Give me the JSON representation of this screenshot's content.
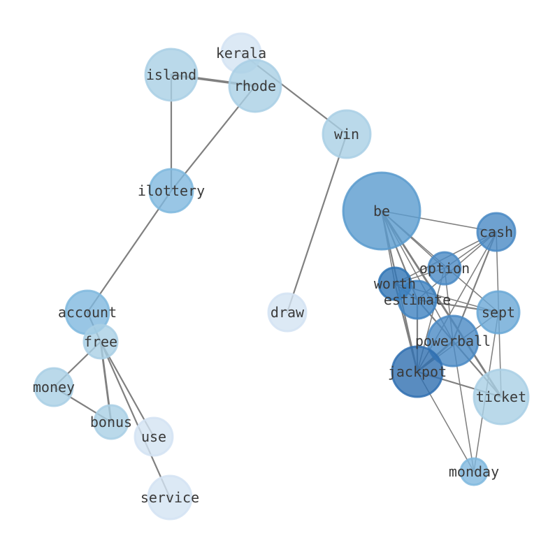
{
  "graph": {
    "nodes": [
      {
        "id": "kerala",
        "label": "kerala",
        "color": "#d3e3f3",
        "weight": 1
      },
      {
        "id": "island",
        "label": "island",
        "color": "#a9cfe5",
        "weight": 3
      },
      {
        "id": "rhode",
        "label": "rhode",
        "color": "#a9cfe5",
        "weight": 3
      },
      {
        "id": "win",
        "label": "win",
        "color": "#a9cfe5",
        "weight": 2
      },
      {
        "id": "ilottery",
        "label": "ilottery",
        "color": "#7fb8de",
        "weight": 2
      },
      {
        "id": "be",
        "label": "be",
        "color": "#5a9bce",
        "weight": 6
      },
      {
        "id": "cash",
        "label": "cash",
        "color": "#4a8ac4",
        "weight": 2
      },
      {
        "id": "option",
        "label": "option",
        "color": "#4a8ac4",
        "weight": 1
      },
      {
        "id": "worth",
        "label": "worth",
        "color": "#2f74b5",
        "weight": 1
      },
      {
        "id": "estimate",
        "label": "estimate",
        "color": "#3f82c0",
        "weight": 1
      },
      {
        "id": "sept",
        "label": "sept",
        "color": "#6aa8d6",
        "weight": 2
      },
      {
        "id": "draw",
        "label": "draw",
        "color": "#d3e3f3",
        "weight": 1
      },
      {
        "id": "account",
        "label": "account",
        "color": "#7fb8de",
        "weight": 2
      },
      {
        "id": "free",
        "label": "free",
        "color": "#a9cfe5",
        "weight": 1
      },
      {
        "id": "powerball",
        "label": "powerball",
        "color": "#4a8ac4",
        "weight": 3
      },
      {
        "id": "jackpot",
        "label": "jackpot",
        "color": "#2f6fb0",
        "weight": 3
      },
      {
        "id": "ticket",
        "label": "ticket",
        "color": "#a9cfe5",
        "weight": 3
      },
      {
        "id": "money",
        "label": "money",
        "color": "#a9cfe5",
        "weight": 1
      },
      {
        "id": "bonus",
        "label": "bonus",
        "color": "#a9cfe5",
        "weight": 1
      },
      {
        "id": "use",
        "label": "use",
        "color": "#d3e3f3",
        "weight": 1
      },
      {
        "id": "monday",
        "label": "monday",
        "color": "#7fb8de",
        "weight": 1
      },
      {
        "id": "service",
        "label": "service",
        "color": "#d3e3f3",
        "weight": 2
      }
    ],
    "edges": [
      {
        "source": "island",
        "target": "rhode",
        "weight": 4
      },
      {
        "source": "island",
        "target": "ilottery",
        "weight": 2
      },
      {
        "source": "rhode",
        "target": "ilottery",
        "weight": 2
      },
      {
        "source": "kerala",
        "target": "win",
        "weight": 2
      },
      {
        "source": "win",
        "target": "draw",
        "weight": 2
      },
      {
        "source": "ilottery",
        "target": "account",
        "weight": 2
      },
      {
        "source": "account",
        "target": "free",
        "weight": 2
      },
      {
        "source": "free",
        "target": "money",
        "weight": 2
      },
      {
        "source": "free",
        "target": "bonus",
        "weight": 3
      },
      {
        "source": "free",
        "target": "use",
        "weight": 2
      },
      {
        "source": "free",
        "target": "service",
        "weight": 2
      },
      {
        "source": "money",
        "target": "bonus",
        "weight": 2
      },
      {
        "source": "be",
        "target": "cash",
        "weight": 1
      },
      {
        "source": "be",
        "target": "option",
        "weight": 1
      },
      {
        "source": "be",
        "target": "sept",
        "weight": 1
      },
      {
        "source": "be",
        "target": "powerball",
        "weight": 1
      },
      {
        "source": "be",
        "target": "jackpot",
        "weight": 2
      },
      {
        "source": "be",
        "target": "ticket",
        "weight": 3
      },
      {
        "source": "be",
        "target": "estimate",
        "weight": 2
      },
      {
        "source": "be",
        "target": "worth",
        "weight": 1
      },
      {
        "source": "cash",
        "target": "option",
        "weight": 1
      },
      {
        "source": "cash",
        "target": "worth",
        "weight": 1
      },
      {
        "source": "cash",
        "target": "estimate",
        "weight": 1
      },
      {
        "source": "cash",
        "target": "powerball",
        "weight": 2
      },
      {
        "source": "cash",
        "target": "jackpot",
        "weight": 1
      },
      {
        "source": "cash",
        "target": "ticket",
        "weight": 1
      },
      {
        "source": "option",
        "target": "worth",
        "weight": 1
      },
      {
        "source": "option",
        "target": "jackpot",
        "weight": 1
      },
      {
        "source": "option",
        "target": "powerball",
        "weight": 1
      },
      {
        "source": "worth",
        "target": "estimate",
        "weight": 2
      },
      {
        "source": "worth",
        "target": "jackpot",
        "weight": 2
      },
      {
        "source": "worth",
        "target": "sept",
        "weight": 1
      },
      {
        "source": "estimate",
        "target": "sept",
        "weight": 2
      },
      {
        "source": "estimate",
        "target": "jackpot",
        "weight": 2
      },
      {
        "source": "estimate",
        "target": "powerball",
        "weight": 1
      },
      {
        "source": "estimate",
        "target": "ticket",
        "weight": 2
      },
      {
        "source": "powerball",
        "target": "jackpot",
        "weight": 3
      },
      {
        "source": "powerball",
        "target": "monday",
        "weight": 1
      },
      {
        "source": "jackpot",
        "target": "sept",
        "weight": 1
      },
      {
        "source": "jackpot",
        "target": "ticket",
        "weight": 2
      },
      {
        "source": "jackpot",
        "target": "monday",
        "weight": 1
      },
      {
        "source": "sept",
        "target": "monday",
        "weight": 1
      }
    ]
  }
}
